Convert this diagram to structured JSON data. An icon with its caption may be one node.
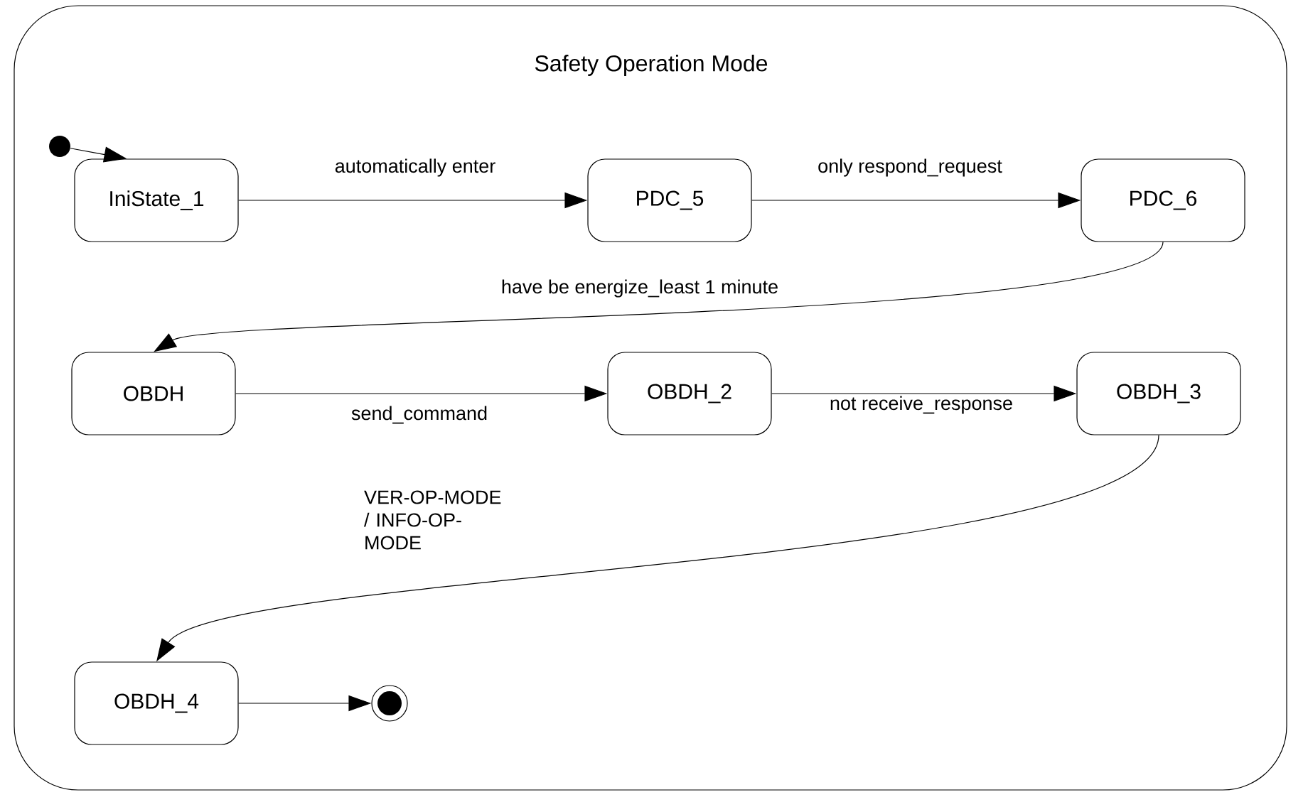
{
  "diagram": {
    "nodes": [
      {
        "text": [
          "Safety Operation Mode"
        ]
      },
      {
        "text": [],
        "shape": "circle",
        "in": 0
      },
      {
        "text": [
          "IniState_1"
        ],
        "in": 0
      },
      {
        "text": [
          "PDC_5"
        ],
        "in": 0
      },
      {
        "text": [
          "PDC_6"
        ],
        "in": 0
      },
      {
        "text": [
          "OBDH"
        ],
        "in": 0
      },
      {
        "text": [
          "OBDH_2"
        ],
        "in": 0
      },
      {
        "text": [
          "OBDH_3"
        ],
        "in": 0
      },
      {
        "text": [
          "OBDH_4"
        ],
        "in": 0
      },
      {
        "text": [],
        "shape": "circle",
        "in": 0
      }
    ],
    "edges": [
      {
        "from": 1,
        "to": 2,
        "arrow": "to"
      },
      {
        "from": 2,
        "to": 3,
        "arrow": "to",
        "label": "automatically enter"
      },
      {
        "from": 3,
        "to": 4,
        "arrow": "to",
        "label": "only respond_request"
      },
      {
        "from": 4,
        "to": 5,
        "arrow": "to",
        "label": "have be energize_least 1 minute"
      },
      {
        "from": 5,
        "to": 6,
        "arrow": "to",
        "label": "send_command"
      },
      {
        "from": 6,
        "to": 7,
        "arrow": "to",
        "label": "not receive_response"
      },
      {
        "from": 7,
        "to": 8,
        "arrow": "to",
        "label": "VER-OP-MODE / INFO-OP-MODE"
      },
      {
        "from": 8,
        "to": 9,
        "arrow": "to"
      }
    ]
  }
}
